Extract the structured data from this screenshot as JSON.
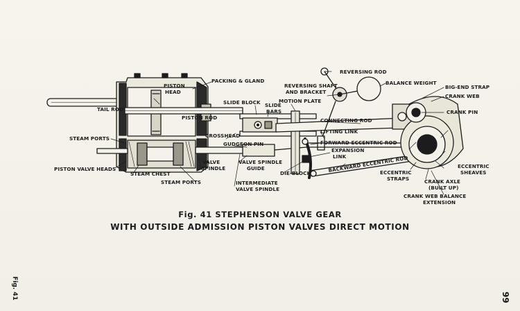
{
  "figure": {
    "caption_line1": "Fig. 41   STEPHENSON VALVE GEAR",
    "caption_line2": "WITH OUTSIDE ADMISSION PISTON VALVES DIRECT MOTION",
    "side_label": "Fig. 41",
    "page_number": "99"
  },
  "labels": {
    "packing_gland": "PACKING & GLAND",
    "piston": "PISTON",
    "head": "HEAD",
    "tail_rod": "TAIL ROD",
    "piston_rod": "PISTON ROD",
    "slide_block": "SLIDE BLOCK",
    "slide": "SLIDE",
    "bars": "BARS",
    "motion_plate": "MOTION PLATE",
    "reversing_shaft": "REVERSING SHAFT",
    "and_bracket": "AND BRACKET",
    "reversing_rod": "REVERSING ROD",
    "balance_weight": "BALANCE WEIGHT",
    "big_end_strap": "BIG-END STRAP",
    "crank_web": "CRANK WEB",
    "crank_pin": "CRANK PIN",
    "connecting_rod": "CONNECTING ROD",
    "lifting_link": "LIFTING LINK",
    "forward_eccentric_rod": "FORWARD ECCENTRIC ROD",
    "expansion": "EXPANSION",
    "link": "LINK",
    "backward_eccentric_rod": "BACKWARD ECCENTRIC ROD",
    "eccentric": "ECCENTRIC",
    "straps": "STRAPS",
    "crank_axle": "CRANK AXLE",
    "built_up": "(BUILT UP)",
    "crank_web_balance": "CRANK WEB BALANCE",
    "extension": "EXTENSION",
    "eccentric_sheaves_1": "ECCENTRIC",
    "eccentric_sheaves_2": "SHEAVES",
    "steam_ports_left": "STEAM PORTS",
    "crosshead": "CROSSHEAD",
    "gudgeon_pin": "GUDGEON PIN",
    "piston_valve_heads": "PISTON VALVE HEADS",
    "steam_chest": "STEAM CHEST",
    "valve": "VALVE",
    "spindle": "SPINDLE",
    "steam_ports_bottom": "STEAM PORTS",
    "valve_spindle": "VALVE SPINDLE",
    "guide": "GUIDE",
    "intermediate": "INTERMEDIATE",
    "valve_spindle2": "VALVE SPINDLE",
    "die_block": "DIE-BLOCK"
  }
}
